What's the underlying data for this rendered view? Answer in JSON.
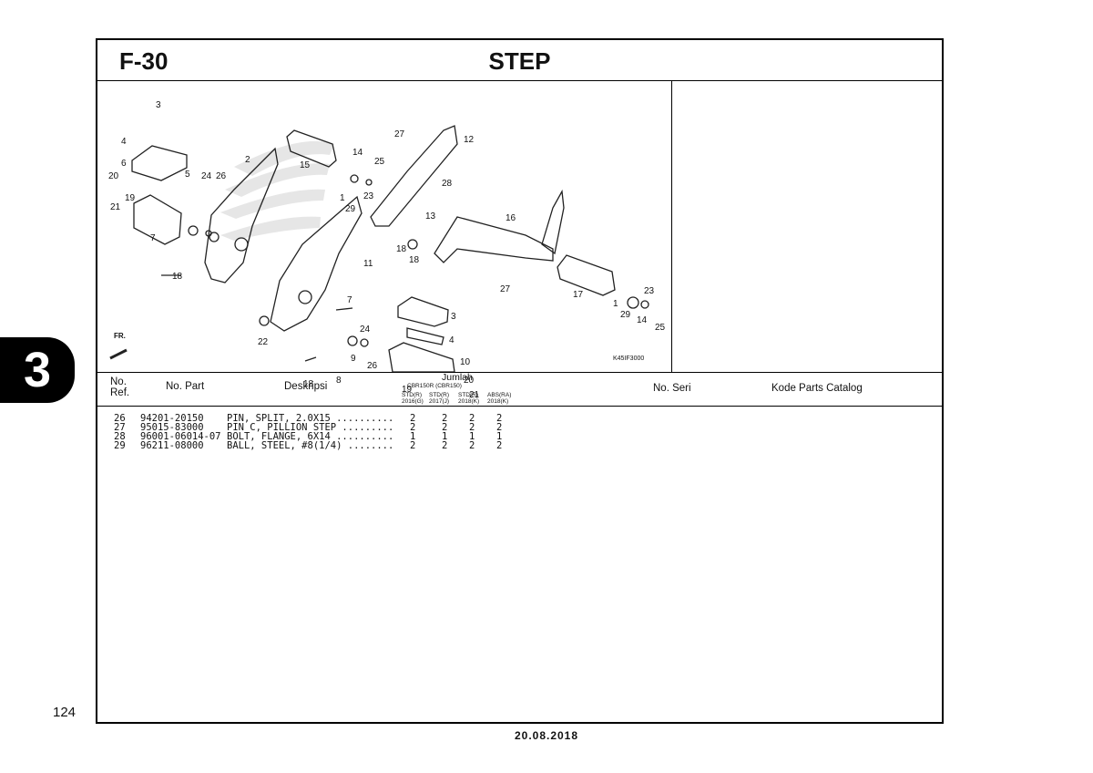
{
  "page": {
    "section_tab": "3",
    "page_number": "124",
    "footer_date": "20.08.2018",
    "code": "F-30",
    "title": "STEP"
  },
  "diagram": {
    "drawing_code": "K45IF3000",
    "direction_label": "FR.",
    "callouts": [
      "3",
      "4",
      "6",
      "20",
      "5",
      "24",
      "26",
      "19",
      "21",
      "2",
      "7",
      "18",
      "15",
      "14",
      "25",
      "1",
      "23",
      "29",
      "27",
      "12",
      "28",
      "13",
      "16",
      "18",
      "18",
      "11",
      "7",
      "3",
      "24",
      "22",
      "9",
      "26",
      "4",
      "10",
      "18",
      "8",
      "20",
      "19",
      "21",
      "27",
      "17",
      "23",
      "1",
      "29",
      "14",
      "25"
    ]
  },
  "table": {
    "headers": {
      "no_ref": "No. Ref.",
      "no_part": "No. Part",
      "deskripsi": "Deskripsi",
      "jumlah": "Jumlah",
      "model": "CBR150R (CBR150)",
      "cols": [
        {
          "a": "STD(R)",
          "b": "2016(G)"
        },
        {
          "a": "STD(R)",
          "b": "2017(J)"
        },
        {
          "a": "STD(R)",
          "b": "2018(K)"
        },
        {
          "a": "ABS(RA)",
          "b": "2018(K)"
        }
      ],
      "no_seri": "No. Seri",
      "kode": "Kode Parts Catalog"
    },
    "rows": [
      {
        "ref": "26",
        "part": "94201-20150",
        "desc": "PIN, SPLIT, 2.0X15 ..........",
        "q": [
          "2",
          "2",
          "2",
          "2"
        ]
      },
      {
        "ref": "27",
        "part": "95015-83000",
        "desc": "PIN C, PILLION STEP .........",
        "q": [
          "2",
          "2",
          "2",
          "2"
        ]
      },
      {
        "ref": "28",
        "part": "96001-06014-07",
        "desc": "BOLT, FLANGE, 6X14 ..........",
        "q": [
          "1",
          "1",
          "1",
          "1"
        ]
      },
      {
        "ref": "29",
        "part": "96211-08000",
        "desc": "BALL, STEEL, #8(1/4) ........",
        "q": [
          "2",
          "2",
          "2",
          "2"
        ]
      }
    ]
  }
}
